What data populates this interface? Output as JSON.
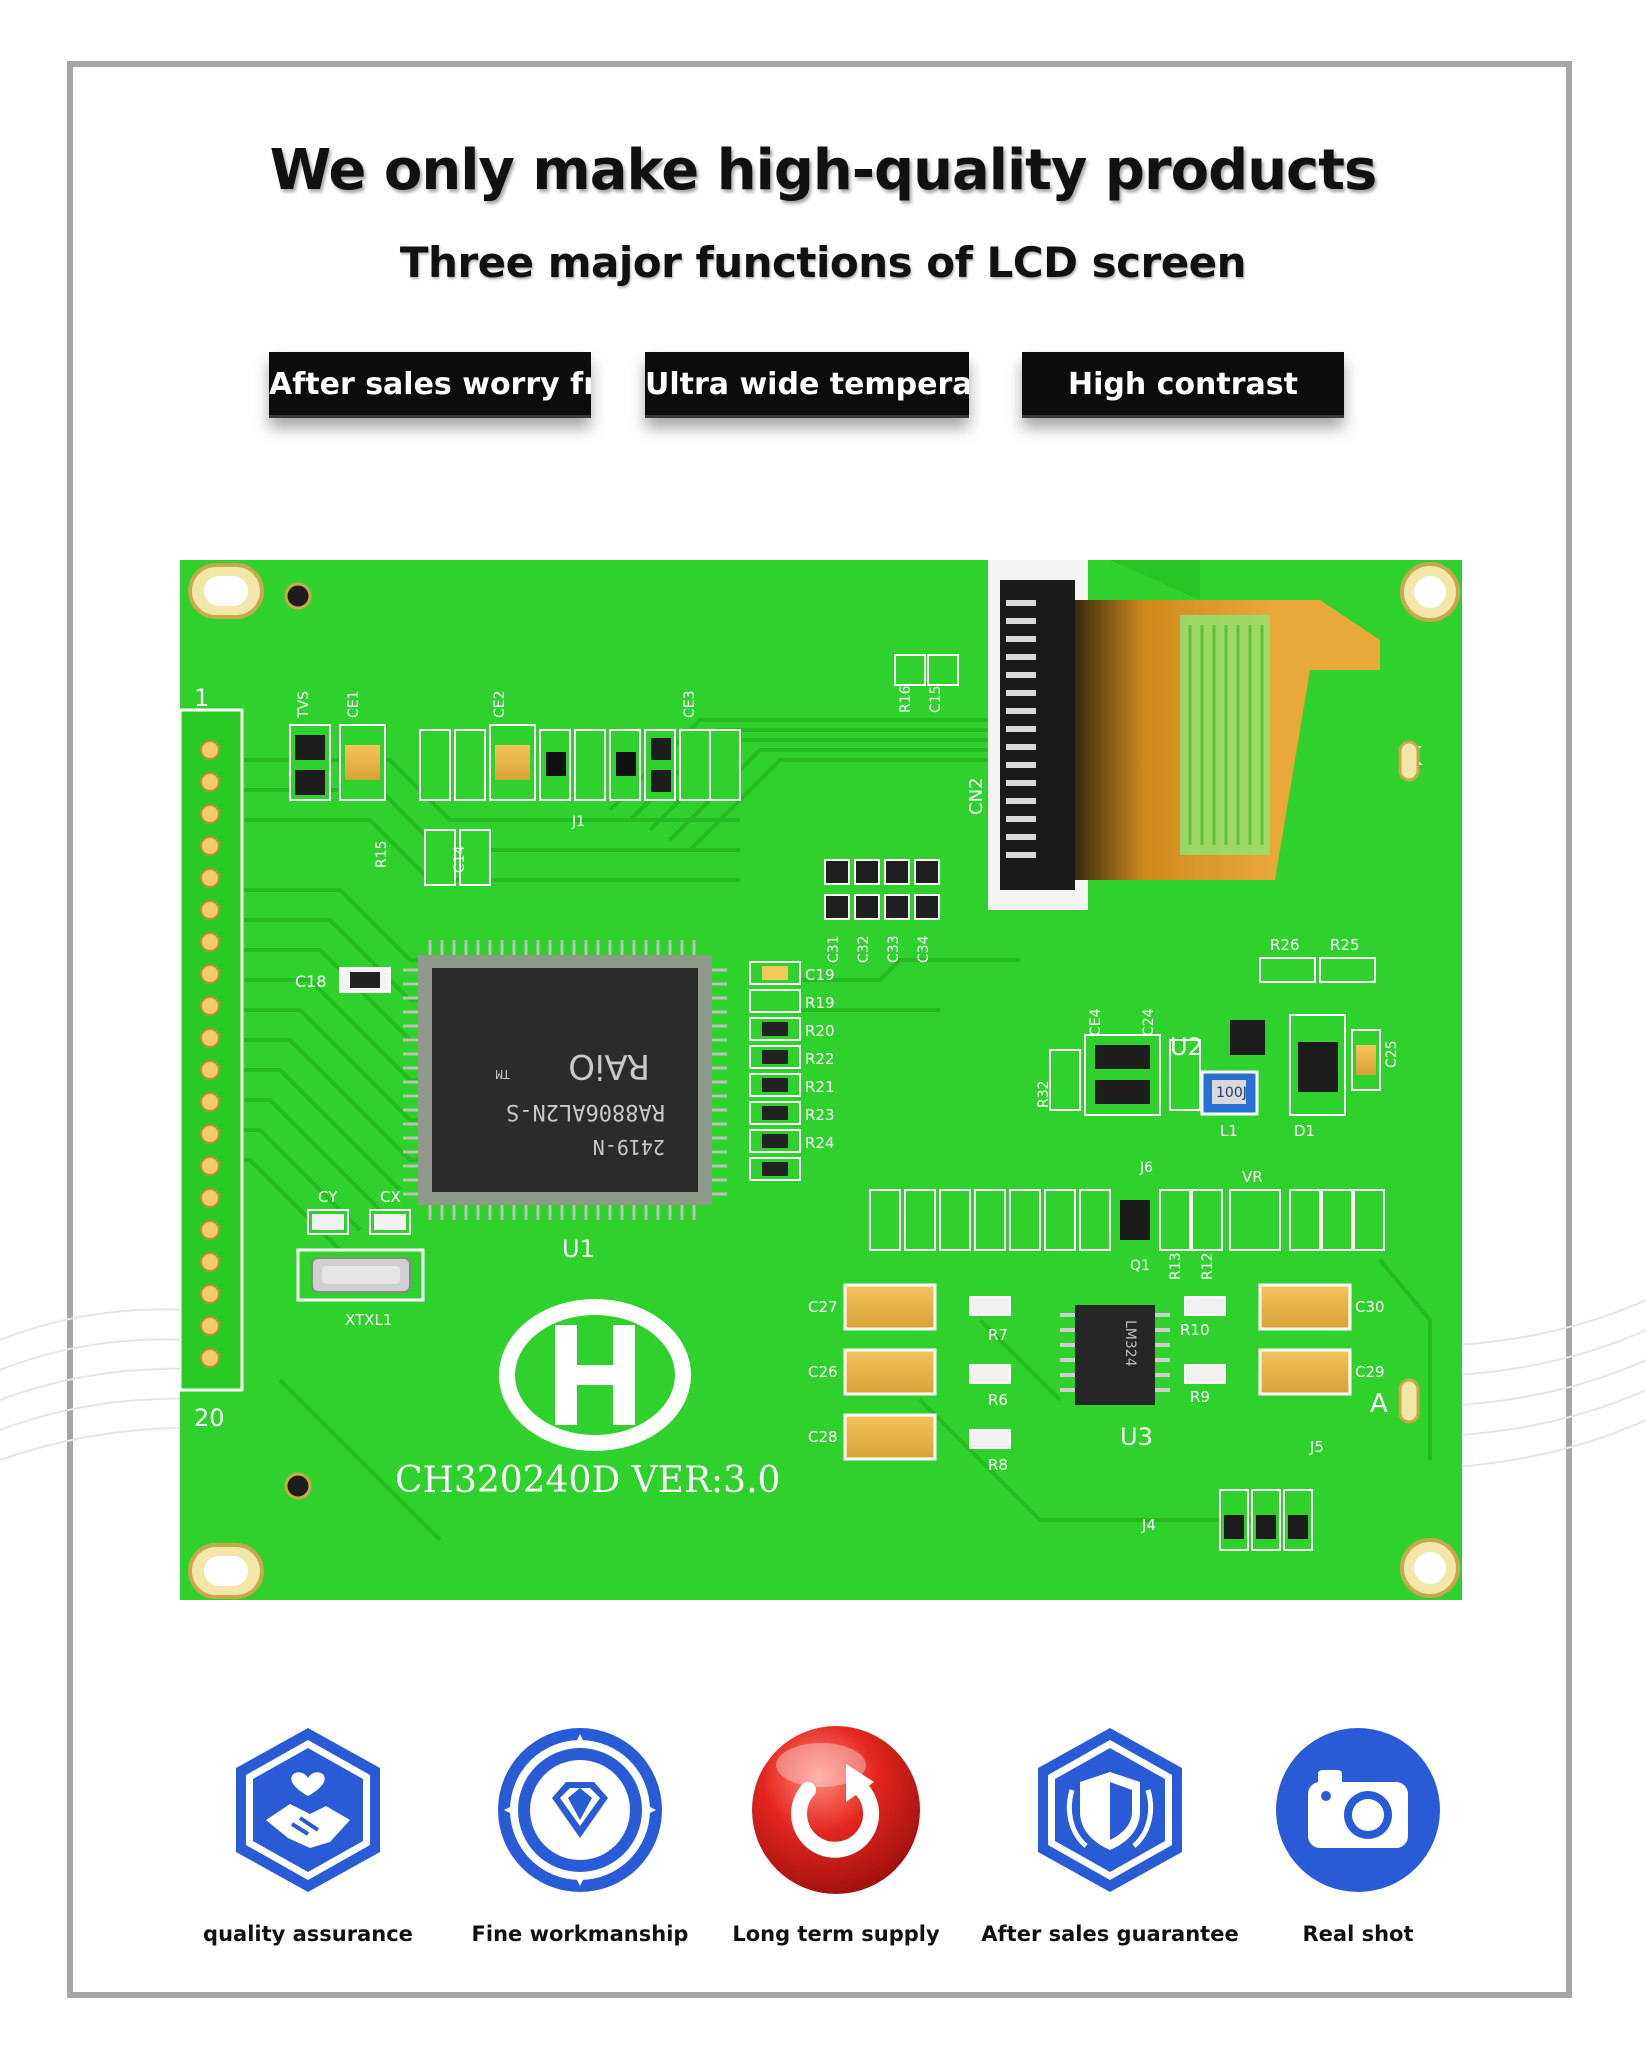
{
  "header": {
    "title": "We only make high-quality products",
    "subtitle": "Three major functions of LCD screen"
  },
  "tags": [
    {
      "label": "After sales worry free"
    },
    {
      "label": "Ultra wide temperature"
    },
    {
      "label": "High contrast"
    }
  ],
  "board": {
    "model": "CH320240D  VER:3.0",
    "chip_brand": "RAiO",
    "chip_part": "RA8806AL2N-S",
    "chip_lot": "2419-N",
    "chip_tm": "TM",
    "chip_ref": "U1",
    "pin_first": "1",
    "pin_last": "20",
    "crystal_ref": "XTXL1",
    "connector_ref": "CN2",
    "reg_ref": "U2",
    "opamp_ref": "U3",
    "opamp_part": "LM324",
    "inductor_ref": "L1",
    "inductor_value": "100J",
    "diode_ref": "D1",
    "mark_k": "K",
    "mark_a": "A",
    "refs": {
      "c18": "C18",
      "c19": "C19",
      "r19": "R19",
      "r20": "R20",
      "r22": "R22",
      "r21": "R21",
      "r23": "R23",
      "r24": "R24",
      "cy": "CY",
      "cx": "CX",
      "c27": "C27",
      "c26": "C26",
      "c28": "C28",
      "c30": "C30",
      "c29": "C29",
      "r7": "R7",
      "r6": "R6",
      "r8": "R8",
      "r10": "R10",
      "r9": "R9",
      "r26": "R26",
      "r25": "R25",
      "ce4": "CE4",
      "c24": "C24",
      "c25": "C25",
      "r32": "R32",
      "vr": "VR",
      "q1": "Q1",
      "j5": "J5",
      "j4": "J4",
      "j6": "J6",
      "j1": "J1",
      "r15": "R15",
      "c14": "C14",
      "tvs": "TVS",
      "ce1": "CE1",
      "ce2": "CE2",
      "ce3": "CE3",
      "c31": "C31",
      "c32": "C32",
      "c33": "C33",
      "c34": "C34",
      "r16": "R16",
      "c15": "C15",
      "r13": "R13",
      "r12": "R12"
    }
  },
  "features": [
    {
      "label": "quality assurance",
      "icon": "handshake-heart-icon"
    },
    {
      "label": "Fine workmanship",
      "icon": "diamond-icon"
    },
    {
      "label": "Long term supply",
      "icon": "refresh-arrow-icon"
    },
    {
      "label": "After sales guarantee",
      "icon": "shield-laurel-icon"
    },
    {
      "label": "Real shot",
      "icon": "camera-icon"
    }
  ],
  "colors": {
    "pcb_green": "#2fd12c",
    "trace_green": "#23b81f",
    "icon_blue": "#2a5bd7",
    "icon_red": "#e3261f"
  }
}
